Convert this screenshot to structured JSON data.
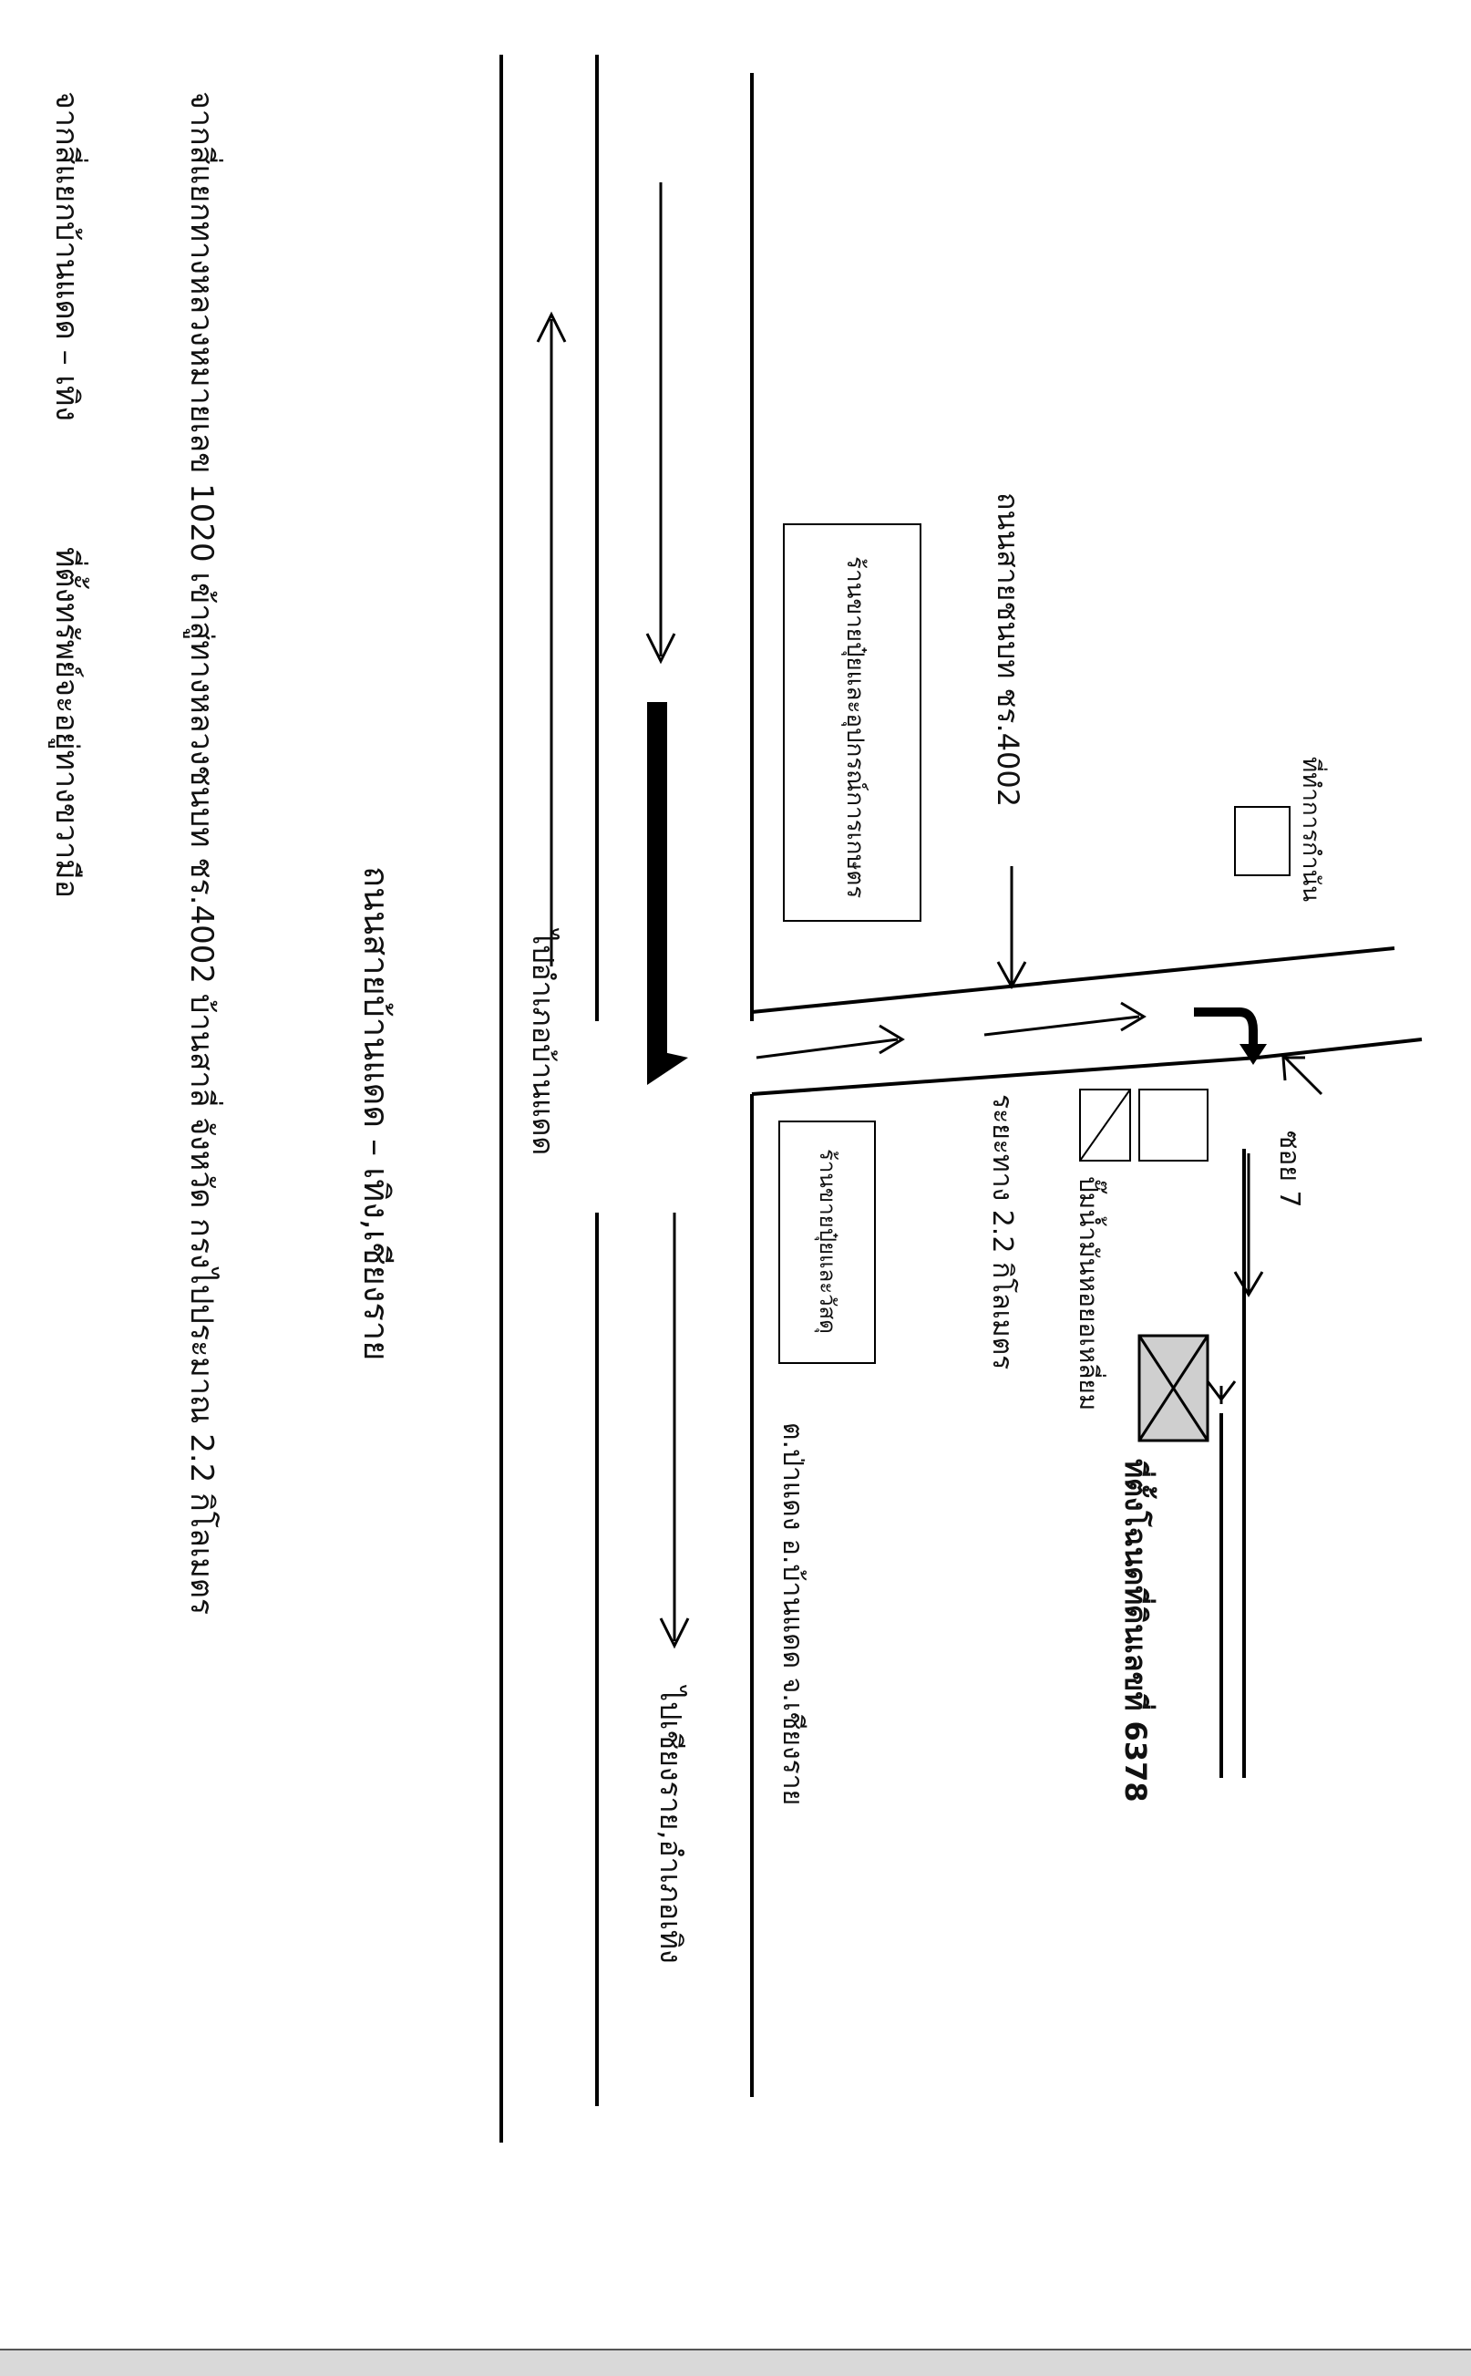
{
  "notes": {
    "line1": "จากสี่แยกบ้านแดด – เทิง",
    "line2": "จากสี่แยกทางหลวงหมายเลข 1020 เข้าสู่ทางหลวงชนบท ชร.4002 บ้านสาลี่ จังหวัด กรงไปประมาณ 2.2 กิโลเมตร",
    "line3": "ที่ตั้งทรัพย์จะอยู่ทางขวามือ"
  },
  "map": {
    "title": "ถนนสายบ้านแดด – เทิง,เชียงราย",
    "road_label": "ถนนสายชนบท ชร.4002",
    "distance_label": "ระยะทาง 2.2 กิโลเมตร",
    "soi_label": "ซอย 7",
    "subject_label": "ที่ตั้งโฉนดที่ดินเลขที่ 6378",
    "landmark_top": "ร้านขายปุ๋ยและอุปกรณ์การเกษตร",
    "landmark_bottom": "ร้านขายปุ๋ยและวัสดุ",
    "village_label": "ที่ทำการกำนัน",
    "direction_up": "ไปอำเภอบ้านแดด",
    "direction_down": "ไปเชียงราย,อำเภอเทิง",
    "location_label": "ต.ป่าแดง อ.บ้านแดด จ.เชียงราย",
    "well_label": "ปั๊มน้ำมันหอยอเหลี่ยม"
  }
}
